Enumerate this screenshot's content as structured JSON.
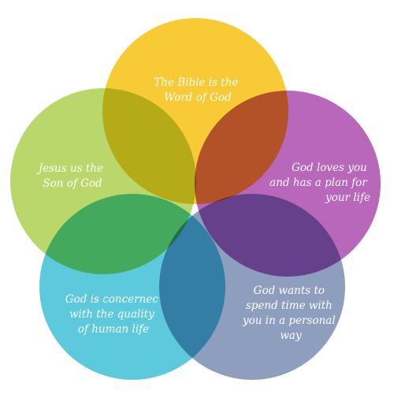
{
  "diagram": {
    "type": "venn",
    "sets": [
      {
        "id": "top",
        "lines": [
          "The Bible is the",
          "Word of God"
        ],
        "color": "#F7C525"
      },
      {
        "id": "left",
        "lines": [
          "Jesus us the",
          "Son of God"
        ],
        "color": "#B4D460"
      },
      {
        "id": "right",
        "lines": [
          "God loves you",
          "and has a plan for",
          "your life"
        ],
        "color": "#B25AB5"
      },
      {
        "id": "bottom-left",
        "lines": [
          "God is concernec",
          "with the quality",
          "of human life"
        ],
        "color": "#4EC6D9"
      },
      {
        "id": "bottom-right",
        "lines": [
          "God wants to",
          "spend time with",
          "you in a personal",
          "way"
        ],
        "color": "#8496B8"
      }
    ]
  }
}
